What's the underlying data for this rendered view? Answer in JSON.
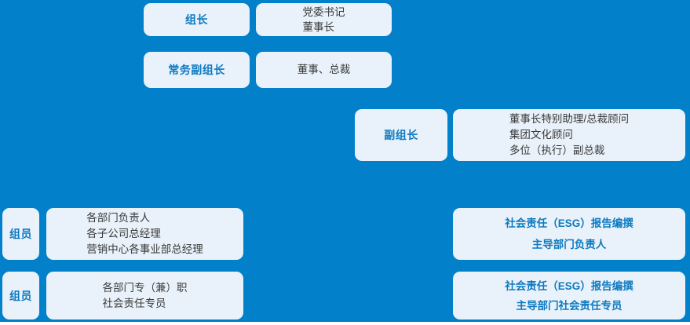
{
  "colors": {
    "background_panel": "#0280CA",
    "box_fill": "#E9F2FA",
    "accent_text": "#0D79C1",
    "body_text": "#3A3A3A"
  },
  "org_chart": {
    "leader": {
      "role_label": "组长",
      "desc_lines": [
        "党委书记",
        "董事长"
      ]
    },
    "executive_deputy": {
      "role_label": "常务副组长",
      "desc_lines": [
        "董事、总裁"
      ]
    },
    "deputy": {
      "role_label": "副组长",
      "desc_lines": [
        "董事长特别助理/总裁顾问",
        "集团文化顾问",
        "多位（执行）副总裁"
      ]
    },
    "members_row1": {
      "role_label": "组员",
      "desc_lines": [
        "各部门负责人",
        "各子公司总经理",
        "营销中心各事业部总经理"
      ],
      "esg_lines": [
        "社会责任（ESG）报告编撰",
        "主导部门负责人"
      ]
    },
    "members_row2": {
      "role_label": "组员",
      "desc_lines": [
        "各部门专（兼）职",
        "社会责任专员"
      ],
      "esg_lines": [
        "社会责任（ESG）报告编撰",
        "主导部门社会责任专员"
      ]
    }
  }
}
